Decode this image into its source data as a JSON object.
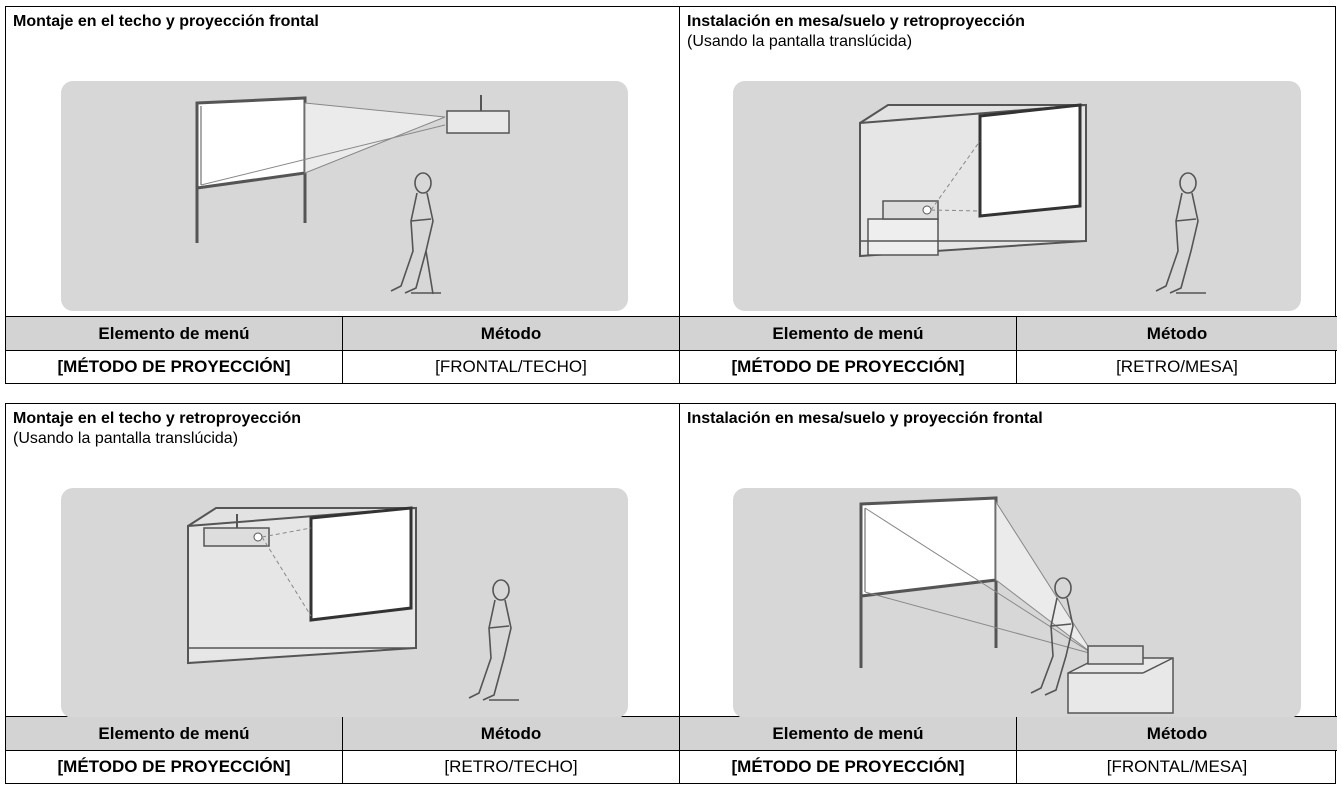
{
  "panels": [
    {
      "title": "Montaje en el techo y proyección frontal",
      "subtitle": "",
      "illustration": "ceiling-mount-front-projection",
      "table": {
        "col_item": "Elemento de menú",
        "col_method": "Método",
        "item": "[MÉTODO DE PROYECCIÓN]",
        "method": "[FRONTAL/TECHO]"
      }
    },
    {
      "title": "Instalación en mesa/suelo y retroproyección",
      "subtitle": "(Usando la pantalla translúcida)",
      "illustration": "desk-floor-rear-projection",
      "table": {
        "col_item": "Elemento de menú",
        "col_method": "Método",
        "item": "[MÉTODO DE PROYECCIÓN]",
        "method": "[RETRO/MESA]"
      }
    },
    {
      "title": "Montaje en el techo y retroproyección",
      "subtitle": "(Usando la pantalla translúcida)",
      "illustration": "ceiling-mount-rear-projection",
      "table": {
        "col_item": "Elemento de menú",
        "col_method": "Método",
        "item": "[MÉTODO DE PROYECCIÓN]",
        "method": "[RETRO/TECHO]"
      }
    },
    {
      "title": "Instalación en mesa/suelo y proyección frontal",
      "subtitle": "",
      "illustration": "desk-floor-front-projection",
      "table": {
        "col_item": "Elemento de menú",
        "col_method": "Método",
        "item": "[MÉTODO DE PROYECCIÓN]",
        "method": "[FRONTAL/MESA]"
      }
    }
  ],
  "colors": {
    "panel_background": "#d7d7d7",
    "table_header_background": "#d3d3d3",
    "line": "#555555"
  }
}
